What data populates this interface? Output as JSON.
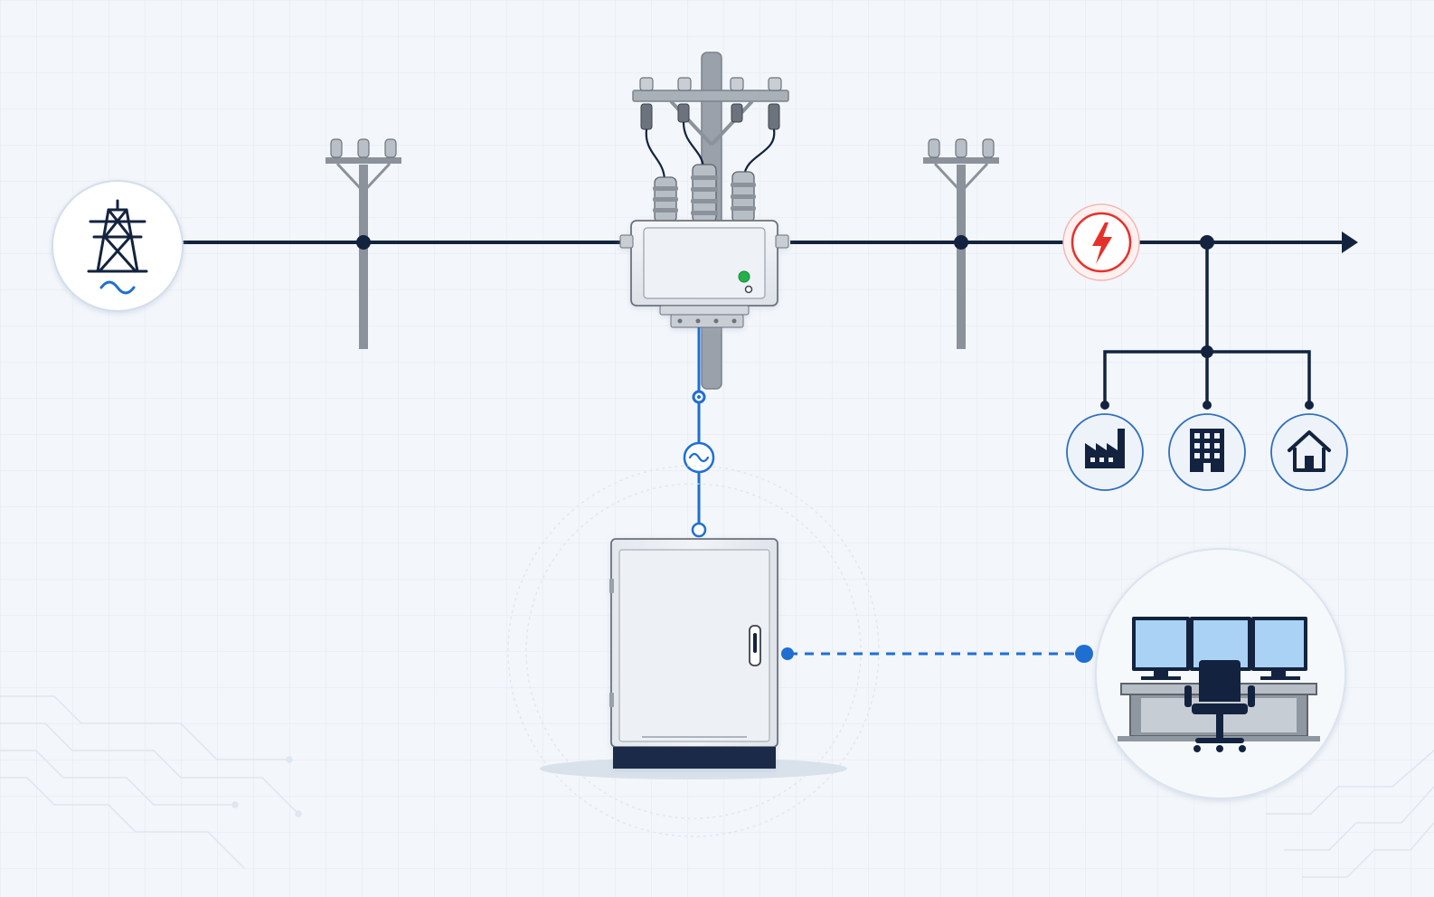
{
  "colors": {
    "background": "#f3f6fa",
    "line_dark": "#13233f",
    "accent_blue": "#1f6fd1",
    "fault_red": "#e5312c",
    "metal_gray": "#8b929b",
    "panel_light": "#e9edf2",
    "screen_blue": "#a9d2f5",
    "status_green": "#22b24c"
  },
  "icons": {
    "source": "transmission-tower-icon",
    "ac_source": "sine-wave-icon",
    "fault": "lightning-bolt-icon",
    "loads": [
      "factory-icon",
      "office-building-icon",
      "house-icon"
    ],
    "control_center": "control-room-workstation-icon"
  },
  "components": {
    "poles": [
      "left-utility-pole",
      "right-utility-pole"
    ],
    "recloser": "pole-mounted-recloser",
    "controller": "recloser-control-cabinet",
    "link": "communication-link"
  }
}
